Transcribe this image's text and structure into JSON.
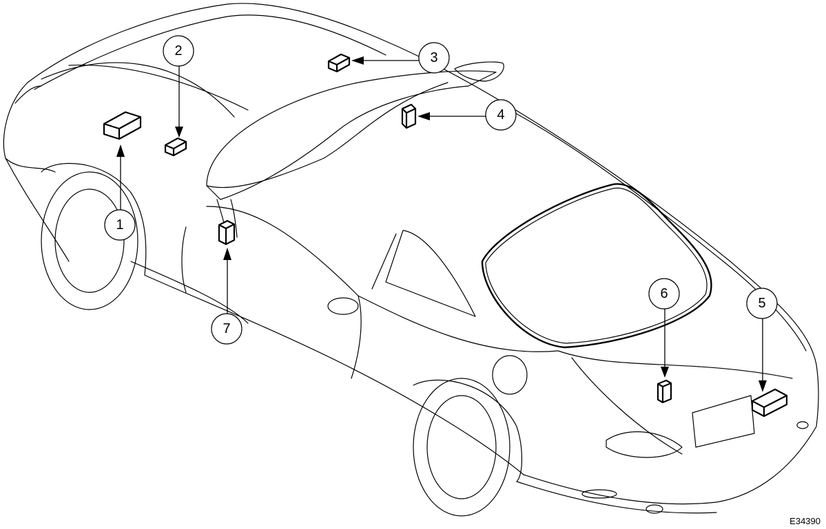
{
  "figure_id": "E34390",
  "callouts": [
    {
      "label": "1"
    },
    {
      "label": "2"
    },
    {
      "label": "3"
    },
    {
      "label": "4"
    },
    {
      "label": "5"
    },
    {
      "label": "6"
    },
    {
      "label": "7"
    }
  ],
  "colors": {
    "line": "#000000",
    "background": "#ffffff"
  }
}
